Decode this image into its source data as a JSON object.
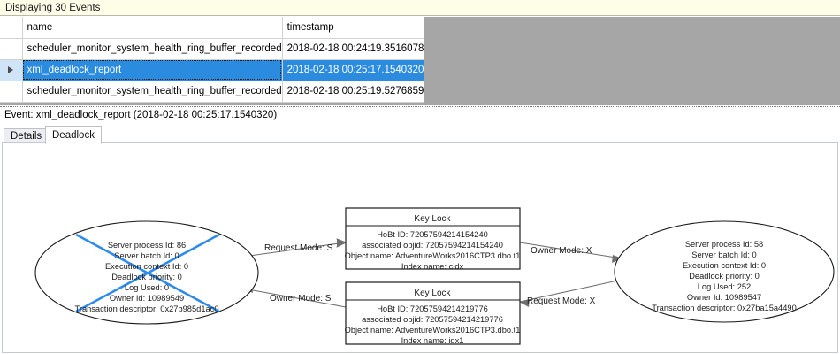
{
  "events_panel": {
    "header": "Displaying 30 Events",
    "columns": [
      "",
      "name",
      "timestamp"
    ],
    "rows": [
      {
        "selector": "",
        "name": "scheduler_monitor_system_health_ring_buffer_recorded",
        "timestamp": "2018-02-18 00:24:19.3516078",
        "selected": false
      },
      {
        "selector": "row-selector-arrow",
        "name": "xml_deadlock_report",
        "timestamp": "2018-02-18 00:25:17.1540320",
        "selected": true
      },
      {
        "selector": "",
        "name": "scheduler_monitor_system_health_ring_buffer_recorded",
        "timestamp": "2018-02-18 00:25:19.5276859",
        "selected": false
      }
    ]
  },
  "event_detail": {
    "title": "Event: xml_deadlock_report (2018-02-18 00:25:17.1540320)",
    "tabs": [
      {
        "label": "Details",
        "active": false
      },
      {
        "label": "Deadlock",
        "active": true
      }
    ]
  },
  "deadlock_graph": {
    "victim_process": {
      "is_victim": true,
      "lines": [
        "Server process Id: 86",
        "Server batch Id: 0",
        "Execution context Id: 0",
        "Deadlock priority: 0",
        "Log Used: 0",
        "Owner Id: 10989549",
        "Transaction descriptor: 0x27b985d1ac0"
      ]
    },
    "survivor_process": {
      "is_victim": false,
      "lines": [
        "Server process Id: 58",
        "Server batch Id: 0",
        "Execution context Id: 0",
        "Deadlock priority: 0",
        "Log Used: 252",
        "Owner Id: 10989547",
        "Transaction descriptor: 0x27ba15a4490"
      ]
    },
    "resource_top": {
      "title": "Key Lock",
      "lines": [
        "HoBt ID: 72057594214154240",
        "associated objid: 72057594214154240",
        "Object name: AdventureWorks2016CTP3.dbo.t1",
        "Index name: cidx"
      ]
    },
    "resource_bottom": {
      "title": "Key Lock",
      "lines": [
        "HoBt ID: 72057594214219776",
        "associated objid: 72057594214219776",
        "Object name: AdventureWorks2016CTP3.dbo.t1",
        "Index name: idx1"
      ]
    },
    "edges": [
      {
        "id": "edge-victim-request-top",
        "label": "Request Mode: S"
      },
      {
        "id": "edge-top-owner-survivor",
        "label": "Owner Mode: X"
      },
      {
        "id": "edge-bottom-owner-victim",
        "label": "Owner Mode: S"
      },
      {
        "id": "edge-survivor-request-bottom",
        "label": "Request Mode: X"
      }
    ]
  },
  "colors": {
    "selection_blue": "#2a8bdf",
    "victim_cross_blue": "#2e8bea",
    "header_bg": "#fdfde8",
    "grid_empty_bg": "#a6a6a6"
  }
}
